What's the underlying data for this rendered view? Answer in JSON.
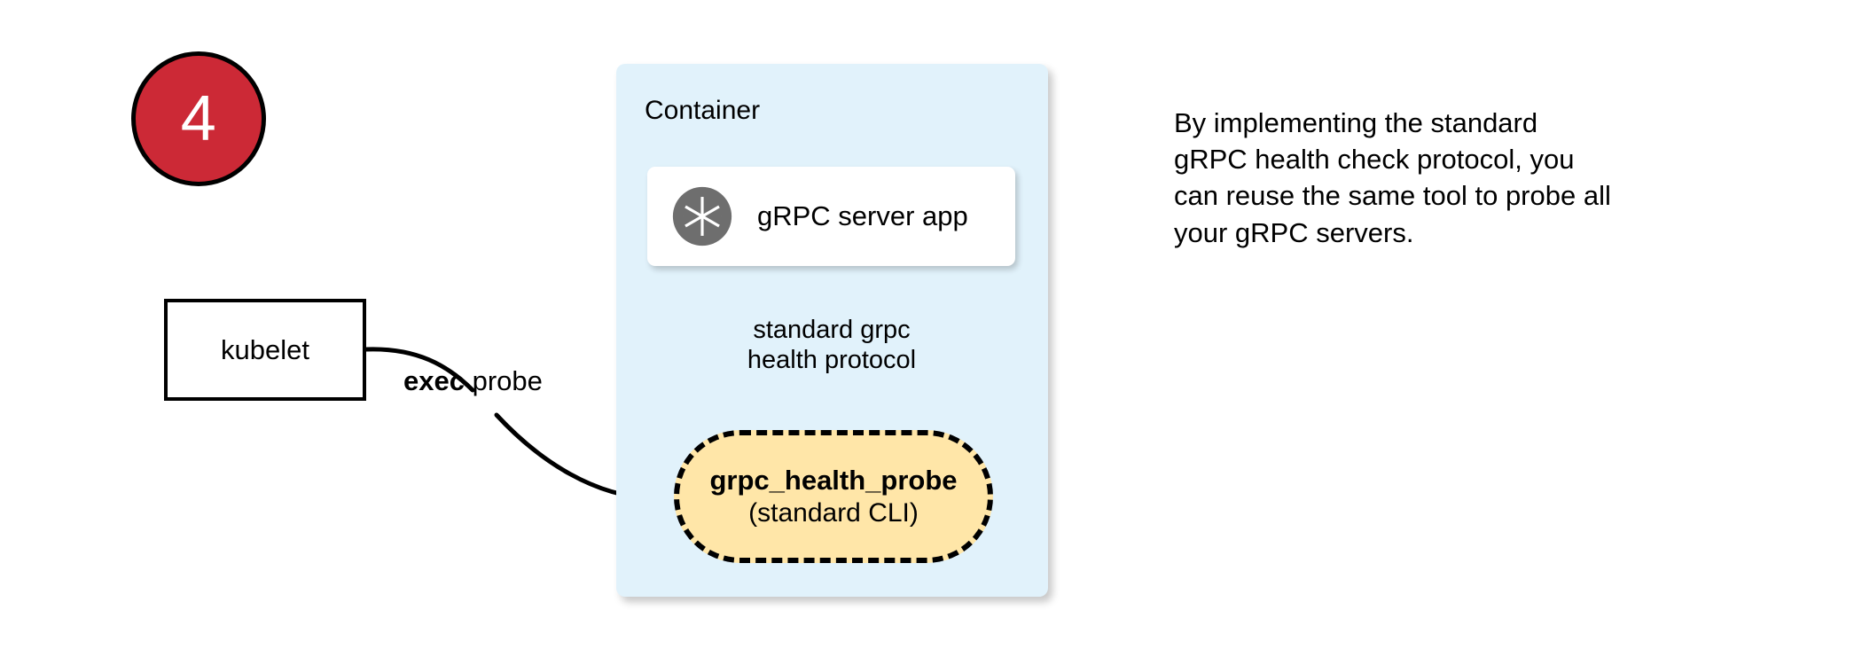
{
  "step_badge": {
    "number": "4",
    "fill_color": "#cc2936",
    "text_color": "#ffffff"
  },
  "kubelet": {
    "label": "kubelet"
  },
  "edges": {
    "exec_probe": {
      "keyword": "exec",
      "rest": " probe"
    },
    "health_protocol": {
      "line1": "standard grpc",
      "line2": "health protocol"
    }
  },
  "container": {
    "title": "Container",
    "fill_color": "#e1f2fb",
    "server_app": {
      "label": "gRPC server app",
      "icon": "grpc-aperture-icon",
      "icon_color": "#6e6e6e"
    },
    "probe": {
      "title": "grpc_health_probe",
      "subtitle": "(standard CLI)",
      "fill_color": "#ffe6a8",
      "border_style": "dashed"
    }
  },
  "note": {
    "line1": "By implementing the standard",
    "line2": "gRPC health check protocol, you",
    "line3": "can reuse the same tool to probe all",
    "line4": "your gRPC servers."
  }
}
